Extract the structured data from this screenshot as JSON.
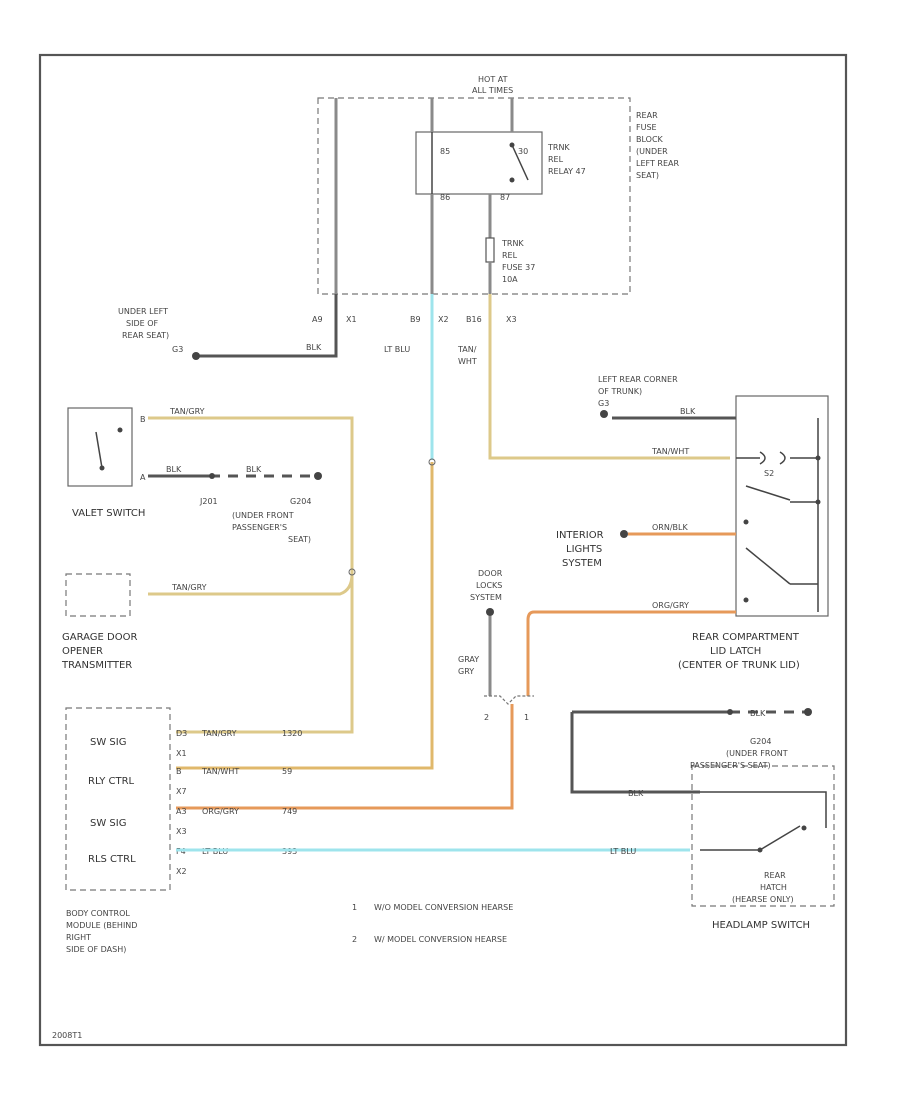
{
  "diagram": {
    "fuse_block": {
      "power": [
        "HOT AT",
        "ALL TIMES"
      ],
      "location": [
        "REAR",
        "FUSE",
        "BLOCK",
        "(UNDER",
        "LEFT REAR",
        "SEAT)"
      ],
      "relay": [
        "TRNK",
        "REL",
        "RELAY 47"
      ],
      "fuse": [
        "TRNK",
        "REL",
        "FUSE 37",
        "10A"
      ],
      "pins": {
        "p85": "85",
        "p30": "30",
        "p86": "86",
        "p87": "87"
      },
      "connectors": [
        "A9",
        "X1",
        "B9",
        "X2",
        "B16",
        "X3"
      ]
    },
    "ground_rear_seat": {
      "label": [
        "UNDER LEFT",
        "SIDE OF",
        "REAR SEAT)"
      ],
      "id": "G3",
      "wire": "BLK"
    },
    "wire_labels": {
      "lt_blu": "LT BLU",
      "tan_wht": [
        "TAN/",
        "WHT"
      ]
    },
    "trunk_ground": {
      "label": [
        "LEFT REAR CORNER",
        "OF TRUNK)"
      ],
      "id": "G3",
      "wire": "BLK"
    },
    "valet_switch": {
      "label": "VALET SWITCH",
      "pin_b": "B",
      "pin_a": "A",
      "wire_top": "TAN/GRY",
      "wire_bottom": "BLK",
      "splice": "J201",
      "ground_id": "G204",
      "ground_label": [
        "(UNDER FRONT",
        "PASSENGER'S",
        "SEAT)"
      ]
    },
    "garage_transmitter": {
      "label": [
        "GARAGE DOOR",
        "OPENER",
        "TRANSMITTER"
      ],
      "wire": "TAN/GRY"
    },
    "rear_latch": {
      "label": [
        "REAR COMPARTMENT",
        "LID LATCH",
        "(CENTER OF TRUNK LID)"
      ],
      "wire_blk": "BLK",
      "wire_tan": "TAN/WHT",
      "wire_orn": "ORN/BLK",
      "wire_org": "ORG/GRY",
      "switch_id": "S2"
    },
    "interior_lights": {
      "label": [
        "INTERIOR",
        "LIGHTS",
        "SYSTEM"
      ]
    },
    "door_locks": {
      "label": [
        "DOOR",
        "LOCKS",
        "SYSTEM"
      ],
      "wire": [
        "GRAY",
        "GRY"
      ],
      "pins": [
        "2",
        "1"
      ]
    },
    "bcm": {
      "label": [
        "BODY CONTROL",
        "MODULE (BEHIND",
        "RIGHT",
        "SIDE OF DASH)"
      ],
      "rows": [
        {
          "func": "SW SIG",
          "pin": "D3",
          "conn": "X1",
          "wire": "TAN/GRY",
          "circuit": "1320"
        },
        {
          "func": "RLY CTRL",
          "pin": "B",
          "conn": "X7",
          "wire": "TAN/WHT",
          "circuit": "59"
        },
        {
          "func": "SW SIG",
          "pin": "A3",
          "conn": "X3",
          "wire": "ORG/GRY",
          "circuit": "749"
        },
        {
          "func": "RLS CTRL",
          "pin": "F4",
          "conn": "X2",
          "wire": "LT BLU",
          "circuit": "393"
        }
      ]
    },
    "headlamp_switch": {
      "label": "HEADLAMP SWITCH",
      "sub": [
        "REAR",
        "HATCH",
        "(HEARSE ONLY)"
      ],
      "wire_blk": "BLK",
      "wire_blu": "LT BLU",
      "ground_id": "G204",
      "ground_label": [
        "(UNDER FRONT",
        "PASSENGER'S SEAT)"
      ],
      "ground_wire": "BLK"
    },
    "notes": [
      {
        "num": "1",
        "text": "W/O MODEL CONVERSION HEARSE"
      },
      {
        "num": "2",
        "text": "W/ MODEL CONVERSION HEARSE"
      }
    ],
    "figure_id": "2008T1"
  },
  "colors": {
    "tan": "#ddc98a",
    "tan_orange": "#e0b86b",
    "orange": "#e6995a",
    "light_blue": "#9ee4ec",
    "black": "#555555",
    "gray": "#8a8a8a"
  }
}
